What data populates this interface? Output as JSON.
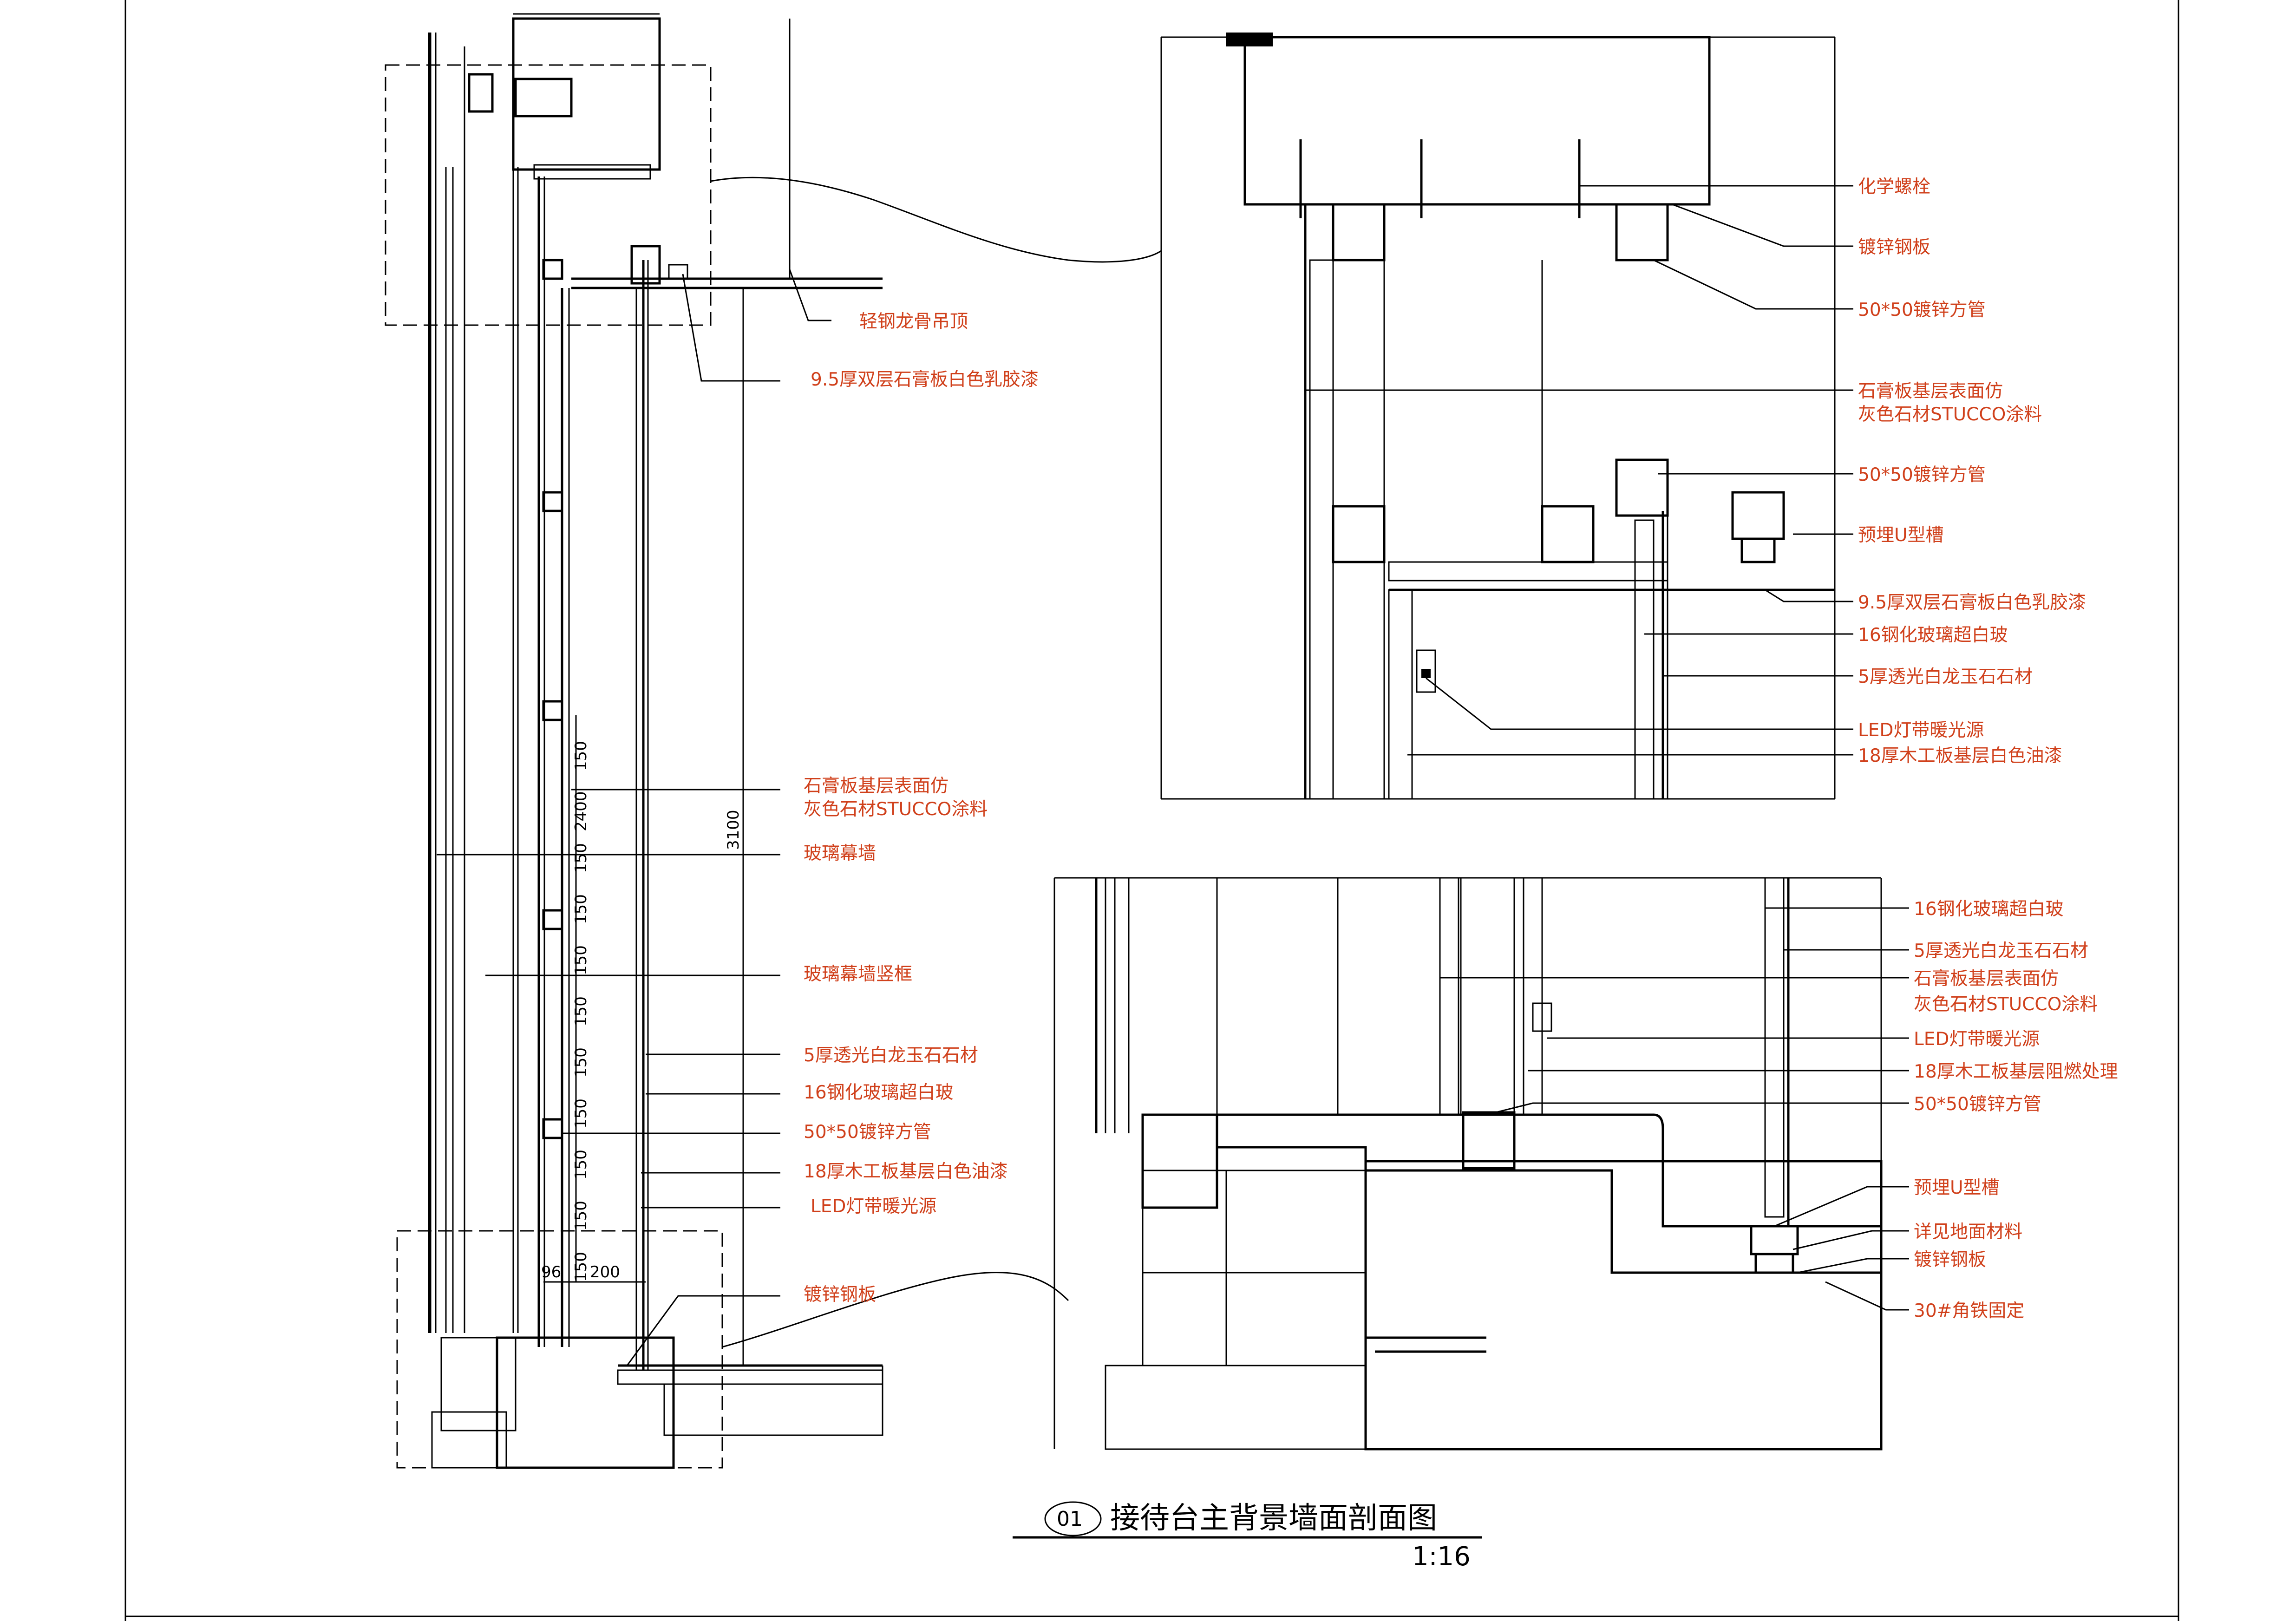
{
  "title": {
    "number": "01",
    "text": "接待台主背景墙面剖面图",
    "scale": "1:16"
  },
  "left_section": {
    "labels": [
      "轻钢龙骨吊顶",
      "9.5厚双层石膏板白色乳胶漆",
      "石膏板基层表面仿",
      "灰色石材STUCCO涂料",
      "玻璃幕墙",
      "玻璃幕墙竖框",
      "5厚透光白龙玉石石材",
      "16钢化玻璃超白玻",
      "50*50镀锌方管",
      "18厚木工板基层白色油漆",
      "LED灯带暖光源",
      "镀锌钢板"
    ],
    "dimensions": {
      "stack": [
        "150",
        "2400",
        "150",
        "150",
        "150",
        "150",
        "150",
        "150",
        "150",
        "150",
        "150"
      ],
      "height": "3100",
      "bottom_a": "96",
      "bottom_b": "200"
    }
  },
  "top_right_section": {
    "labels": [
      "化学螺栓",
      "镀锌钢板",
      "50*50镀锌方管",
      "石膏板基层表面仿",
      "灰色石材STUCCO涂料",
      "50*50镀锌方管",
      "预埋U型槽",
      "9.5厚双层石膏板白色乳胶漆",
      "16钢化玻璃超白玻",
      "5厚透光白龙玉石石材",
      "LED灯带暖光源",
      "18厚木工板基层白色油漆"
    ]
  },
  "bottom_right_section": {
    "labels": [
      "16钢化玻璃超白玻",
      "5厚透光白龙玉石石材",
      "石膏板基层表面仿",
      "灰色石材STUCCO涂料",
      "LED灯带暖光源",
      "18厚木工板基层阻燃处理",
      "50*50镀锌方管",
      "预埋U型槽",
      "详见地面材料",
      "镀锌钢板",
      "30#角铁固定"
    ]
  },
  "colors": {
    "annotation": "#d0401b",
    "linework": "#000000",
    "background": "#ffffff"
  }
}
